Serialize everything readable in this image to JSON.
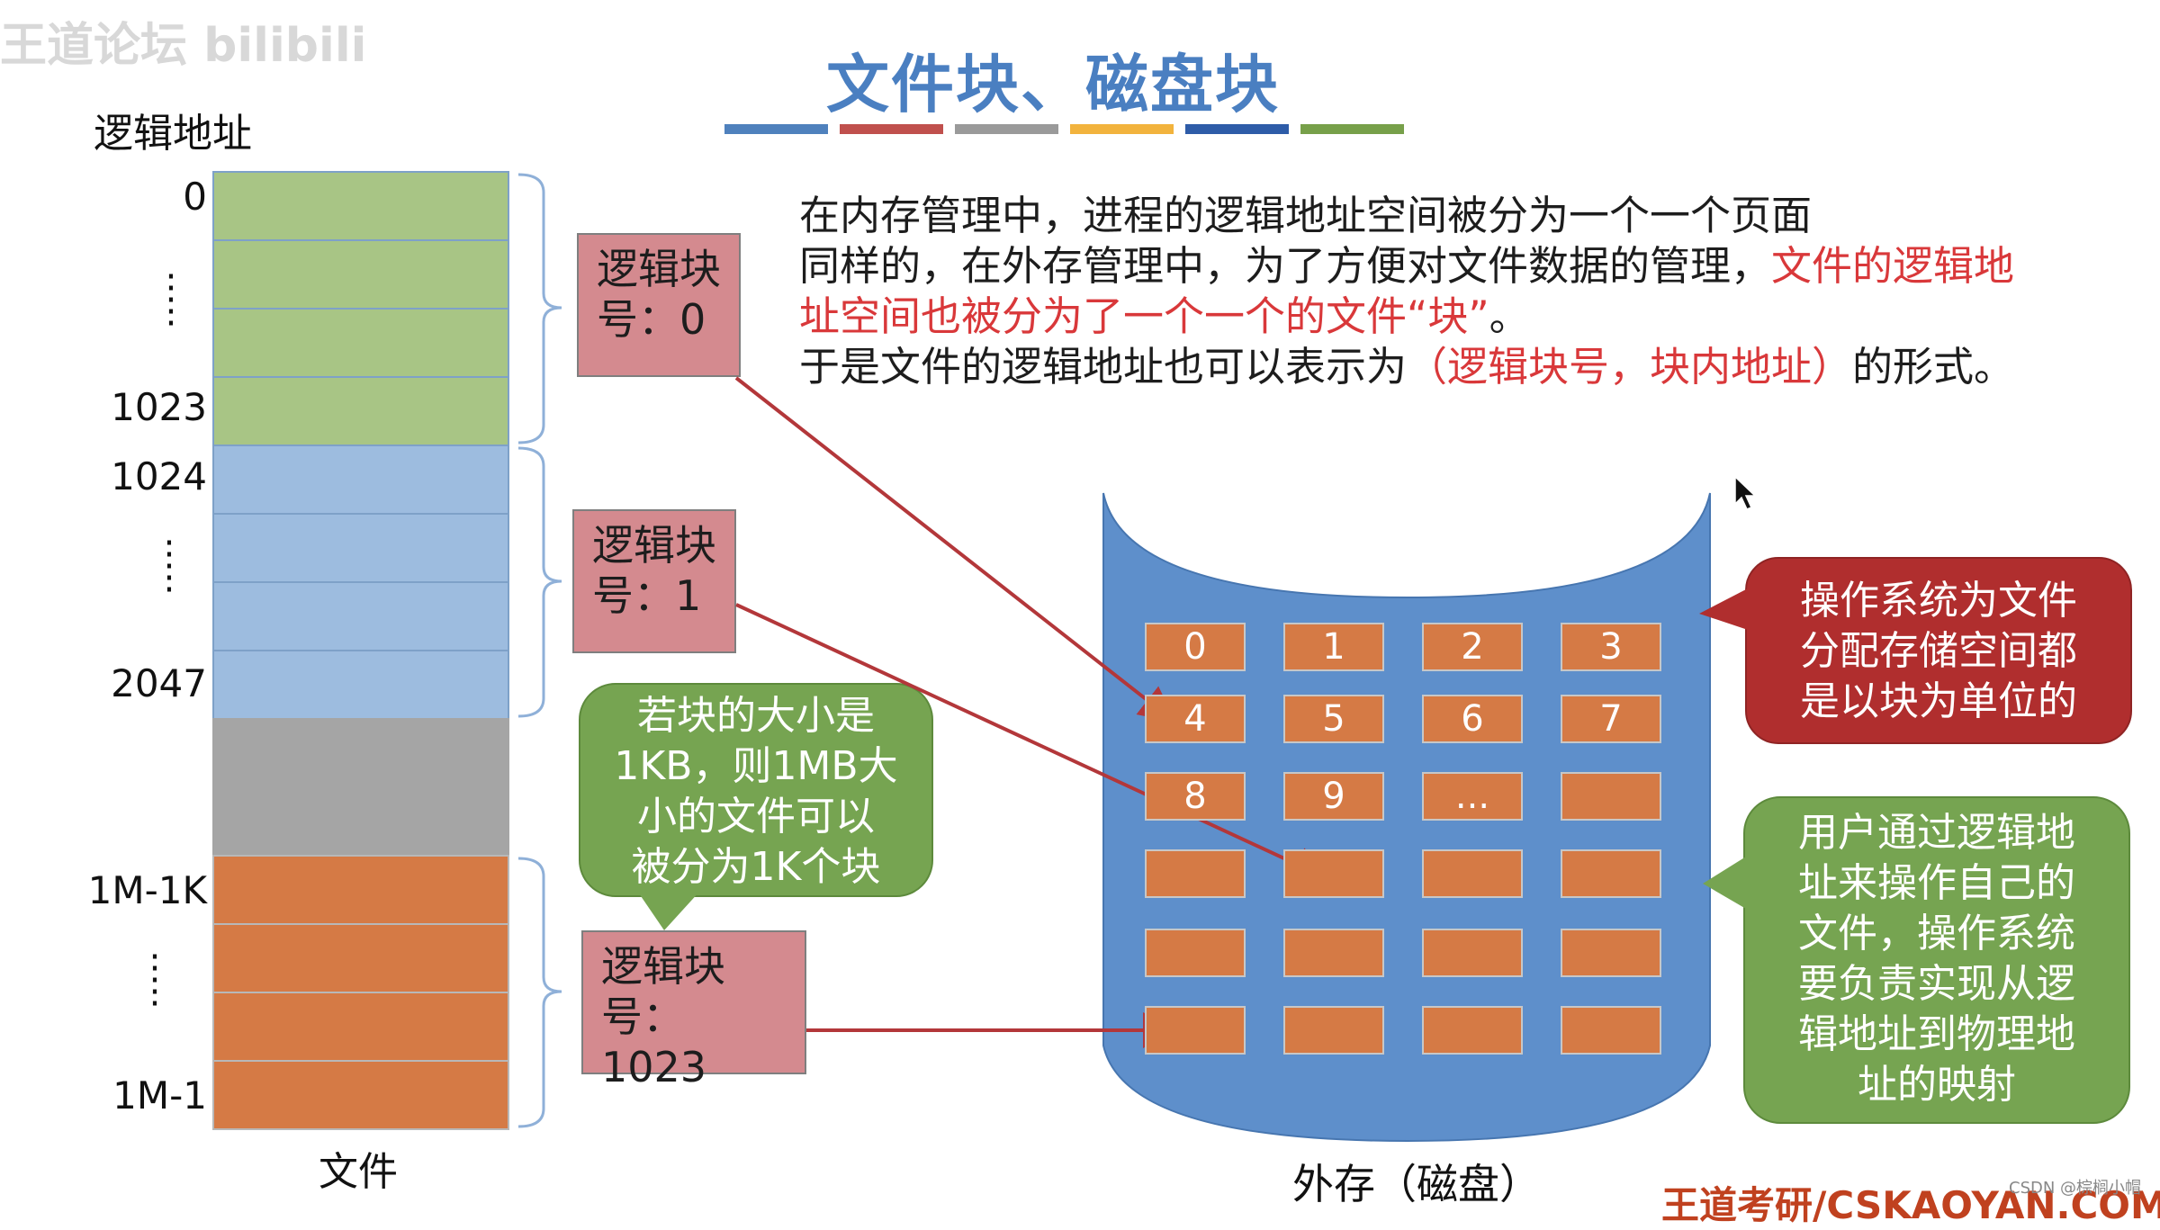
{
  "watermark": "王道论坛 bilibili",
  "title": "文件块、磁盘块",
  "title_bar_colors": [
    "#4f81bd",
    "#c0504d",
    "#9a9a9a",
    "#f2b33d",
    "#2e5ca8",
    "#77a04a"
  ],
  "logical_address_label": "逻辑地址",
  "file_label": "文件",
  "disk_label": "外存（磁盘）",
  "addresses": {
    "a0": "0",
    "a1023": "1023",
    "a1024": "1024",
    "a2047": "2047",
    "a1m1k": "1M-1K",
    "a1m1": "1M-1"
  },
  "logical_blocks": {
    "b0": "逻辑块\n号：0",
    "b1": "逻辑块\n号：1",
    "b1023": "逻辑块号：\n1023"
  },
  "paragraph": {
    "line1": "在内存管理中，进程的逻辑地址空间被分为一个一个页面",
    "line2_normal": "同样的，在外存管理中，为了方便对文件数据的管理，",
    "line2_red": "文件的逻辑地",
    "line3_red": "址空间也被分为了一个一个的文件“块”",
    "line3_normal": "。",
    "line4_normal": "于是文件的逻辑地址也可以表示为",
    "line4_red": "（逻辑块号，块内地址）",
    "line4_end": "的形式。"
  },
  "disk_cells": [
    [
      "0",
      "1",
      "2",
      "3"
    ],
    [
      "4",
      "5",
      "6",
      "7"
    ],
    [
      "8",
      "9",
      "...",
      ""
    ],
    [
      "",
      "",
      "",
      ""
    ],
    [
      "",
      "",
      "",
      ""
    ],
    [
      "",
      "",
      "",
      ""
    ]
  ],
  "callouts": {
    "green_left": "若块的大小是\n1KB，则1MB大\n小的文件可以\n被分为1K个块",
    "red_right": "操作系统为文件\n分配存储空间都\n是以块为单位的",
    "green_right": "用户通过逻辑地\n址来操作自己的\n文件，操作系统\n要负责实现从逻\n辑地址到物理地\n址的映射"
  },
  "brand": "王道考研/CSKAOYAN.COM",
  "csdn": "CSDN @棕榈小帽"
}
